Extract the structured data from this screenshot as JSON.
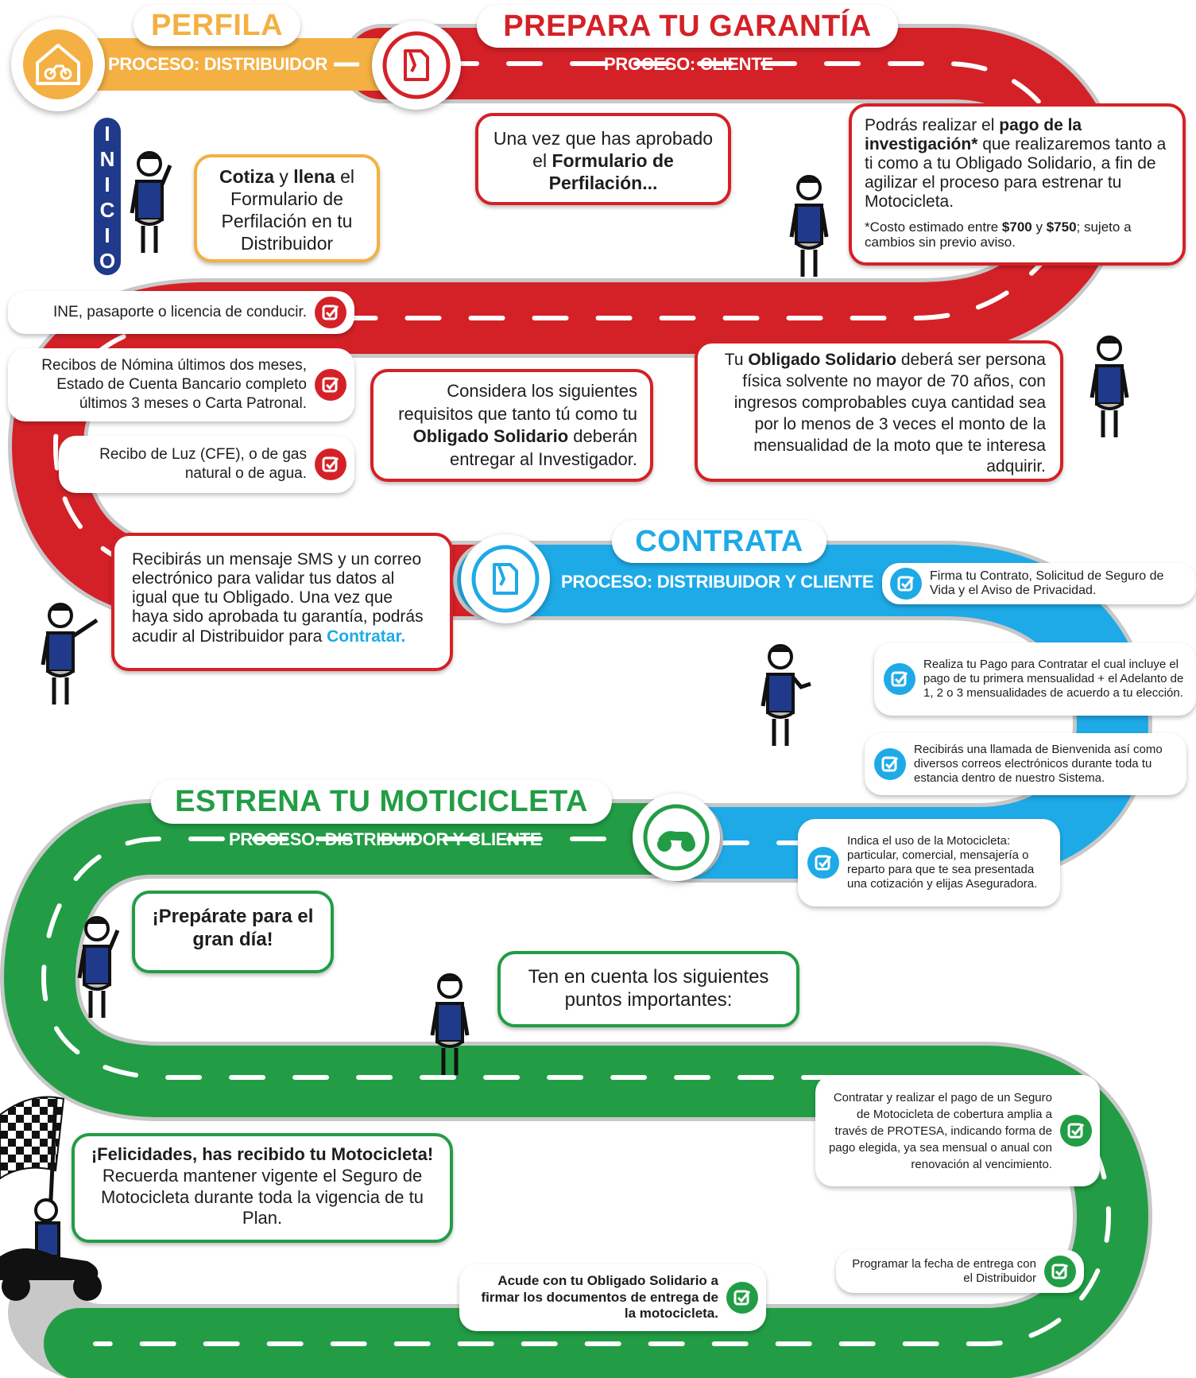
{
  "colors": {
    "orange": "#f4b043",
    "red": "#d42127",
    "blue": "#1eaae7",
    "green": "#229d45",
    "navy": "#1f3a8a"
  },
  "stage1": {
    "title": "PERFILA",
    "process": "PROCESO: DISTRIBUIDOR",
    "icon": "house-motorcycle-icon"
  },
  "stage2": {
    "title": "PREPARA TU GARANTÍA",
    "process": "PROCESO: CLIENTE",
    "icon": "document-signature-icon"
  },
  "stage3": {
    "title": "CONTRATA",
    "process": "PROCESO: DISTRIBUIDOR Y CLIENTE",
    "icon": "document-signature-icon"
  },
  "stage4": {
    "title": "ESTRENA TU MOTICICLETA",
    "process": "PROCESO: DISTRIBUIDOR Y CLIENTE",
    "icon": "motorcycle-icon"
  },
  "inicio": "INICIO",
  "bubbles": {
    "cotiza": {
      "b1": "Cotiza",
      "t1": " y ",
      "b2": "llena",
      "t2": " el Formulario de Perfilación en tu Distribuidor"
    },
    "una_vez": {
      "t1": "Una vez que has aprobado el ",
      "b1": "Formulario de Perfilación..."
    },
    "pago": {
      "t1": "Podrás realizar el ",
      "b1": "pago de la investigación*",
      "t2": " que realizaremos tanto a ti como a tu Obligado Solidario, a fin de agilizar el proceso para estrenar tu Motocicleta.",
      "n1": "*Costo estimado entre ",
      "nb1": "$700",
      "n2": " y ",
      "nb2": "$750",
      "n3": "; sujeto a cambios sin previo aviso."
    },
    "obligado": {
      "t1": "Tu ",
      "b1": "Obligado Solidario",
      "t2": " deberá ser persona física solvente no mayor de 70 años, con ingresos comprobables cuya cantidad sea por lo menos de 3 veces el monto de la mensualidad de la moto que te interesa adquirir."
    },
    "considera": {
      "t1": "Considera los siguientes requisitos que tanto tú como tu ",
      "b1": "Obligado Solidario",
      "t2": " deberán entregar al Investigador."
    },
    "sms": {
      "t1": "Recibirás un mensaje SMS y un correo electrónico para validar tus datos al igual que tu Obligado. Una vez que haya sido aprobada tu garantía, podrás acudir al Distribuidor para ",
      "b1": "Contratar."
    },
    "preparate": "¡Prepárate para el gran día!",
    "ten_en_cuenta": "Ten en cuenta los siguientes puntos importantes:",
    "felicidades": {
      "b1": "¡Felicidades, has recibido tu Motocicleta!",
      "t1": "Recuerda mantener vigente el Seguro de Motocicleta durante toda la vigencia de tu Plan."
    }
  },
  "requirements": [
    "INE, pasaporte o licencia de conducir.",
    "Recibos de Nómina últimos dos meses, Estado de Cuenta Bancario completo últimos 3 meses o Carta Patronal.",
    "Recibo de Luz (CFE), o de gas natural o de agua."
  ],
  "contrata_steps": [
    "Firma tu Contrato, Solicitud de Seguro de Vida y el Aviso de Privacidad.",
    "Realiza tu Pago para Contratar el cual incluye el pago de tu primera mensualidad + el Adelanto de 1, 2 o 3 mensualidades de acuerdo a tu elección.",
    "Recibirás una llamada de Bienvenida así como diversos correos electrónicos durante toda tu estancia dentro de nuestro Sistema.",
    "Indica el uso de la Motocicleta: particular, comercial, mensajería o reparto para que te sea presentada una cotización y elijas Aseguradora."
  ],
  "estrena_steps": [
    "Contratar y realizar el pago de un Seguro de Motocicleta de cobertura amplia a través de PROTESA, indicando forma de pago elegida, ya sea mensual o anual con renovación al vencimiento.",
    "Programar la fecha de entrega con el Distribuidor",
    "Acude con tu Obligado Solidario a firmar los documentos de entrega de la motocicleta."
  ]
}
